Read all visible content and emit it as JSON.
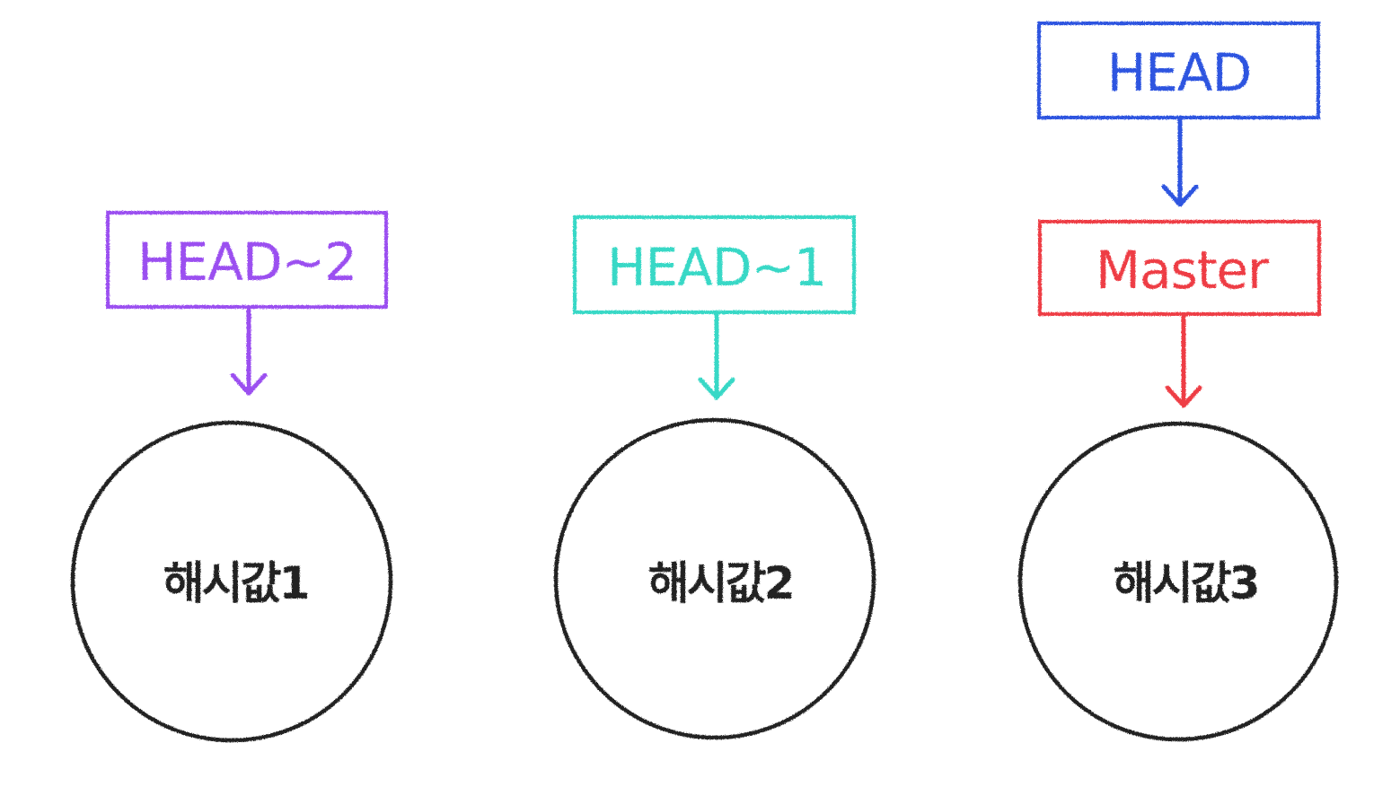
{
  "colors": {
    "head2": "#9b4ff0",
    "head1": "#38d8c6",
    "head": "#2f55e0",
    "master": "#ee3e45",
    "commit": "#222222",
    "background": "#ffffff"
  },
  "refs": {
    "head2": "HEAD~2",
    "head1": "HEAD~1",
    "head": "HEAD",
    "master": "Master"
  },
  "commits": [
    "해시값1",
    "해시값2",
    "해시값3"
  ]
}
